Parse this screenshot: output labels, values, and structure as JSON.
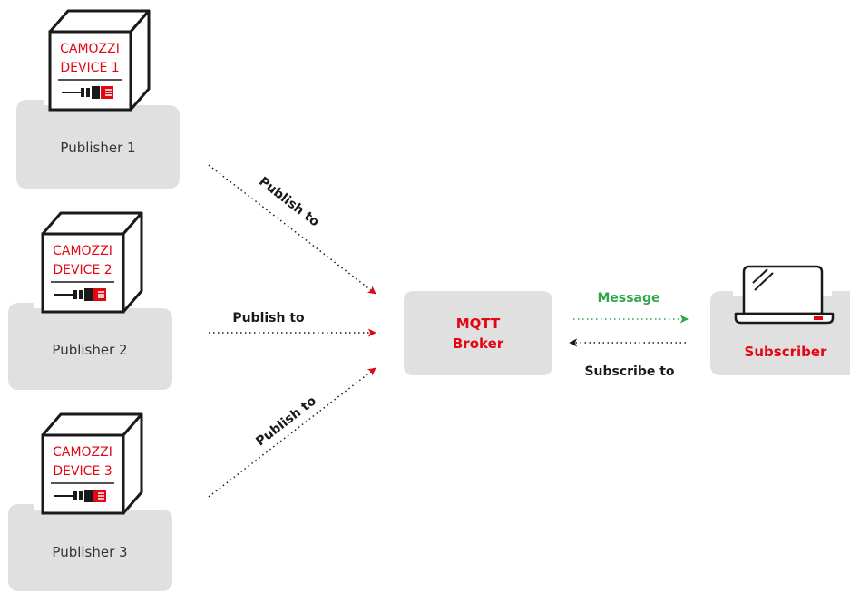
{
  "colors": {
    "accent": "#e30613",
    "message": "#2fa64a",
    "box": "#e0e0e0",
    "text": "#333333"
  },
  "publishers": [
    {
      "device_line1": "CAMOZZI",
      "device_line2": "DEVICE 1",
      "label": "Publisher 1"
    },
    {
      "device_line1": "CAMOZZI",
      "device_line2": "DEVICE 2",
      "label": "Publisher 2"
    },
    {
      "device_line1": "CAMOZZI",
      "device_line2": "DEVICE 3",
      "label": "Publisher 3"
    }
  ],
  "arrows": {
    "publish_1": "Publish to",
    "publish_2": "Publish to",
    "publish_3": "Publish to",
    "message": "Message",
    "subscribe": "Subscribe to"
  },
  "broker": {
    "line1": "MQTT",
    "line2": "Broker"
  },
  "subscriber": {
    "label": "Subscriber"
  }
}
